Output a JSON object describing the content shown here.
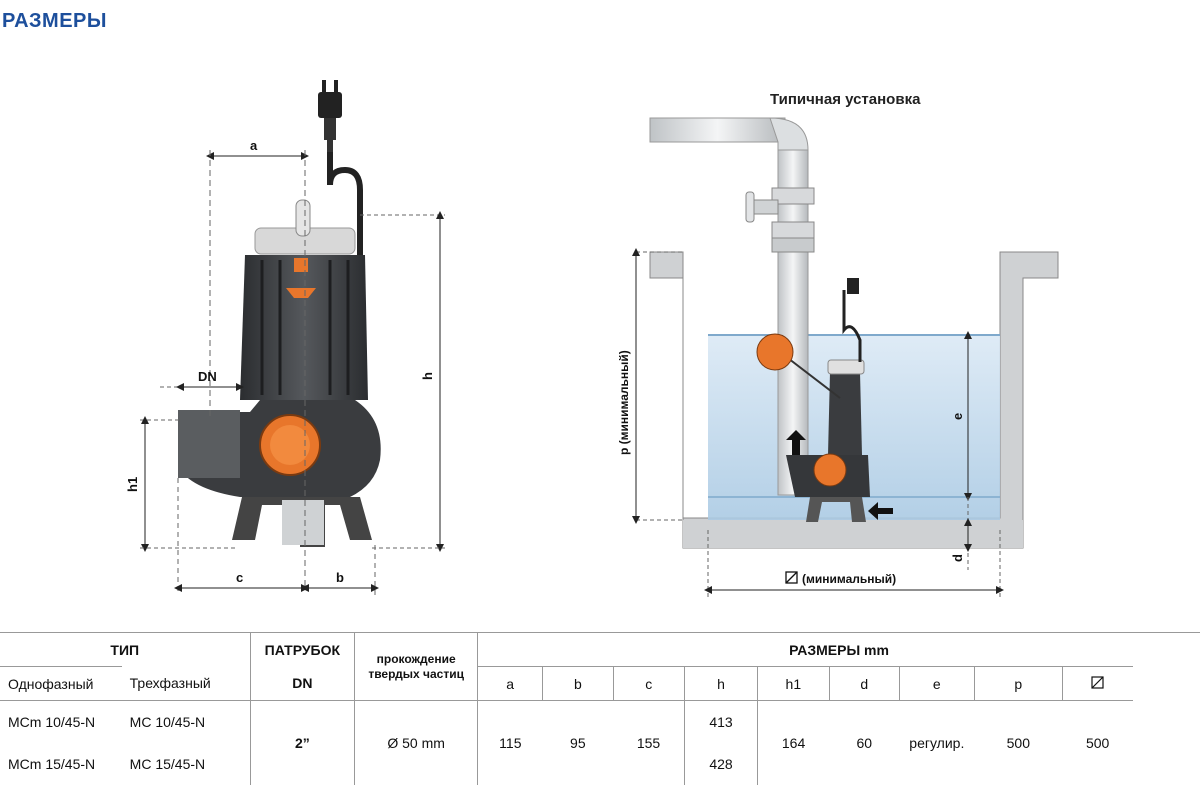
{
  "page_title": "РАЗМЕРЫ",
  "install_title": "Типичная установка",
  "dim_labels": {
    "a": "a",
    "b": "b",
    "c": "c",
    "h": "h",
    "h1": "h1",
    "dn": "DN",
    "e": "e",
    "d": "d",
    "p": "p (минимальный)",
    "square": "(минимальный)"
  },
  "table": {
    "col_type": "ТИП",
    "col_single_phase": "Однофазный",
    "col_three_phase": "Трехфазный",
    "col_outlet": "ПАТРУБОК",
    "col_dn": "DN",
    "col_passage_1": "прокождение",
    "col_passage_2": "твердых частиц",
    "col_dimensions": "РАЗМЕРЫ mm",
    "dim_headers": [
      "a",
      "b",
      "c",
      "h",
      "h1",
      "d",
      "e",
      "p",
      "⌀"
    ],
    "rows": [
      {
        "single": "MCm 10/45-N",
        "three": "MC 10/45-N",
        "h": "413"
      },
      {
        "single": "MCm 15/45-N",
        "three": "MC 15/45-N",
        "h": "428"
      }
    ],
    "shared": {
      "dn": "2”",
      "passage": "Ø 50 mm",
      "a": "115",
      "b": "95",
      "c": "155",
      "h1": "164",
      "d": "60",
      "e": "регулир.",
      "p": "500",
      "square": "500"
    }
  }
}
